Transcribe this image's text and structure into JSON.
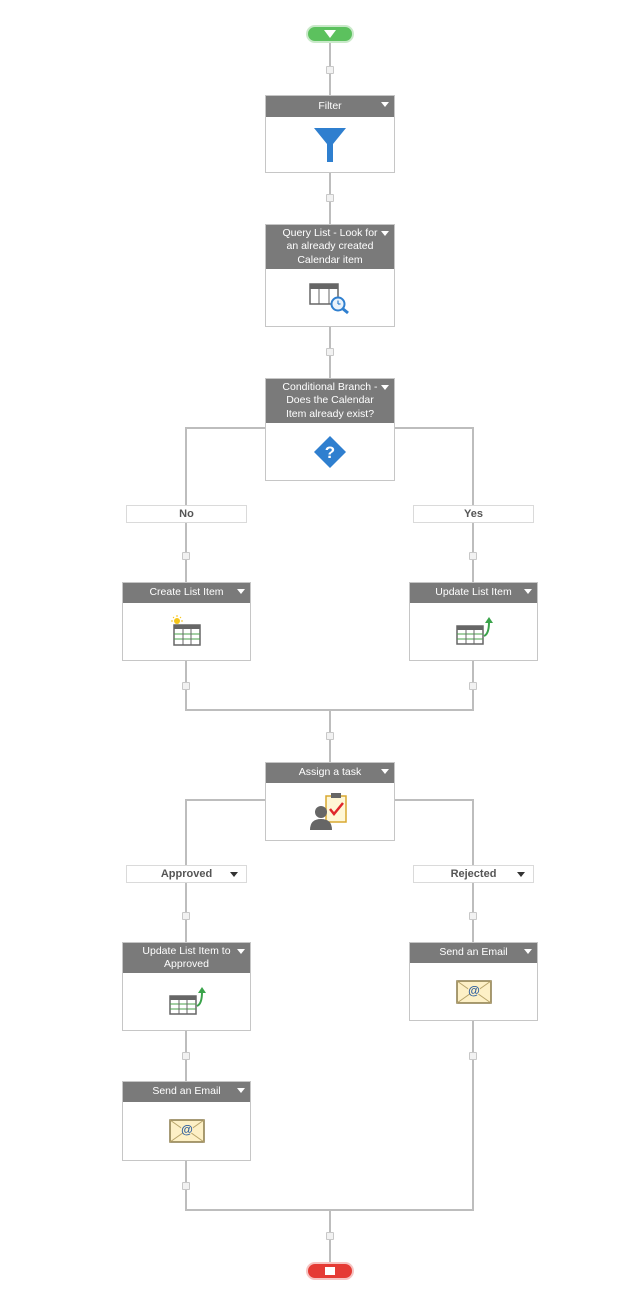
{
  "workflow": {
    "start": {
      "icon": "start-play-icon"
    },
    "end": {
      "icon": "end-stop-icon"
    },
    "actions": {
      "filter": {
        "title": "Filter",
        "icon": "filter-funnel-icon"
      },
      "query_list": {
        "title": "Query List - Look for an already created Calendar item",
        "icon": "query-list-icon"
      },
      "conditional": {
        "title": "Conditional Branch - Does the Calendar Item already exist?",
        "icon": "question-diamond-icon"
      },
      "create_item": {
        "title": "Create List Item",
        "icon": "create-list-item-icon"
      },
      "update_item": {
        "title": "Update List Item",
        "icon": "update-list-item-icon"
      },
      "assign_task": {
        "title": "Assign a task",
        "icon": "assign-task-icon"
      },
      "update_approved": {
        "title": "Update List Item to Approved",
        "icon": "update-list-item-icon"
      },
      "email_rejected": {
        "title": "Send an Email",
        "icon": "email-envelope-icon"
      },
      "email_approved": {
        "title": "Send an Email",
        "icon": "email-envelope-icon"
      }
    },
    "branches": {
      "no": "No",
      "yes": "Yes",
      "approved": "Approved",
      "rejected": "Rejected"
    },
    "colors": {
      "header": "#7a7a7a",
      "start": "#5cc15e",
      "end": "#e53b35",
      "filter_icon": "#2f7fcf",
      "check": "#e0272c",
      "arrow": "#3aa34a"
    }
  }
}
